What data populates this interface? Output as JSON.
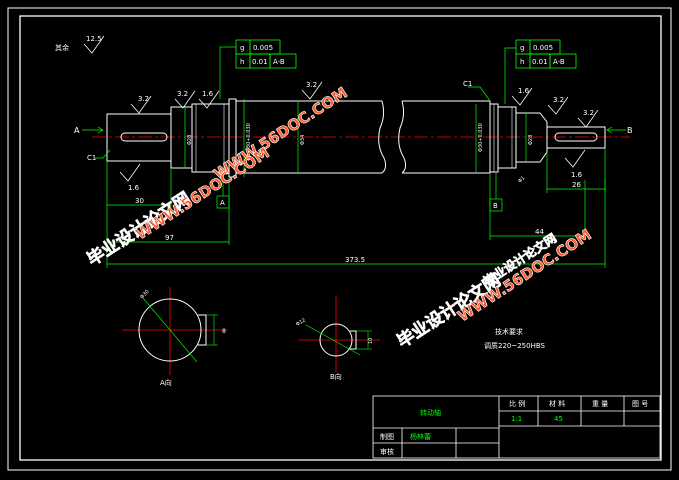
{
  "drawing": {
    "other_roughness_label": "其余",
    "other_roughness": "12.5",
    "tolerance_left": {
      "row1_sym": "g",
      "row1_val": "0.005",
      "row2_sym": "h",
      "row2_val": "0.01",
      "row2_ref": "A-B"
    },
    "tolerance_right": {
      "row1_sym": "g",
      "row1_val": "0.005",
      "row2_sym": "h",
      "row2_val": "0.01",
      "row2_ref": "A-B"
    },
    "roughness": [
      "3.2",
      "3.2",
      "1.6",
      "3.2",
      "1.6",
      "3.2",
      "3.2",
      "1.6",
      "1.6"
    ],
    "datum_a": "A",
    "datum_b": "B",
    "chamfer_c1_left": "C1",
    "chamfer_c1_right": "C1",
    "dims": {
      "d1": "Φ28",
      "d2": "Φ30+0.030",
      "d3": "Φ34",
      "d4": "Φ30+0.030",
      "d5": "Φ28",
      "d6": "Φ1",
      "l30": "30",
      "l97": "97",
      "ltotal": "373.5",
      "l44": "44",
      "l26": "26"
    },
    "section_a_label": "A向",
    "section_b_label": "B向",
    "section_a_dia": "Φ30",
    "section_a_key": "8",
    "section_b_dia": "Φ12",
    "section_b_key": "10",
    "tech_title": "技术要求",
    "tech_text": "调质220~250HBS"
  },
  "title_block": {
    "part_name": "转动轴",
    "h_scale": "比 例",
    "h_material": "材 料",
    "h_weight": "重 量",
    "h_drawing_no": "图 号",
    "scale": "1:1",
    "material": "45",
    "weight": "",
    "drawing_no": "",
    "drawn_label": "制图",
    "drawn_by": "杨林蕾",
    "checked_label": "审核",
    "checked_by": ""
  },
  "watermarks": {
    "site1": "WWW.56DOC.COM",
    "slogan1": "毕业设计论文网",
    "site2": "WWW.56DOC.COM",
    "slogan2": "毕业设计论文网",
    "site3": "WWW.56DOC.COM",
    "slogan3": "毕业设计论文网"
  },
  "colors": {
    "border": "#ffffff",
    "outline": "#ffffff",
    "dimension": "#00ff00",
    "centerline": "#ff0000",
    "title_text": "#00ff00",
    "watermark_fill": "#ff5a2a",
    "watermark_stroke": "#ffffff"
  }
}
